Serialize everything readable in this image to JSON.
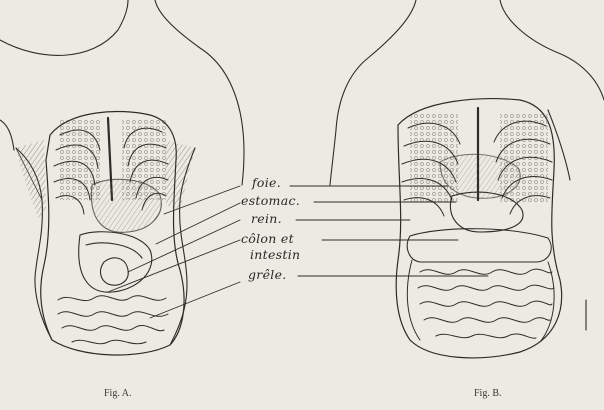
{
  "figure": {
    "labels": {
      "foie": "foie.",
      "estomac": "estomac.",
      "rein": "rein.",
      "colon_1": "côlon et",
      "colon_2": "intestin",
      "grele": "grêle."
    },
    "captions": {
      "fig_a": "Fig. A.",
      "fig_b": "Fig. B."
    },
    "colors": {
      "paper": "#eceae3",
      "ink": "#2a2824"
    }
  }
}
